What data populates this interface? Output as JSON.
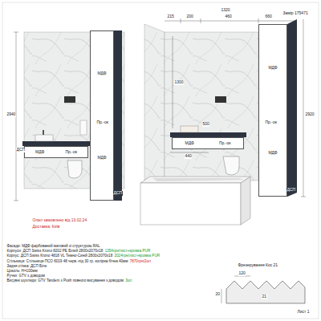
{
  "diagram": {
    "nodes": [
      {
        "text": [
          "МДФ",
          "МДФ"
        ]
      },
      {
        "text": [
          "МДФ",
          "Пр.-ок"
        ]
      },
      {
        "text": [
          "МДФ",
          "МДФ"
        ]
      },
      {
        "text": [
          "МДФ",
          "Пр.-ок"
        ]
      }
    ],
    "labels": [
      "Замір 175471",
      "2940",
      "ДСП",
      "ДСП",
      "Пр.-ок",
      "Опал замовлено від 13.02.24",
      "Доставка: Київ",
      "215",
      "200",
      "1320",
      "460",
      "660",
      "2920",
      "1300",
      "500",
      "440",
      "ДСП",
      "Пр.-ок",
      "Фрезерування Кос 21",
      "120",
      "20",
      "21",
      "Лист 1",
      "Фасади: МДФ фарбований матовий зі структурою RAL",
      "Корпуси: ДСП Swiss Krono 8202 PE Білий 2800x2070x18",
      "1354грн/лист+кромка PUR",
      "Корпус: ДСП Swiss Krono 4818 VL Темно-Синій 2800x2070x18",
      "2024грн/лист+кромка PUR",
      "Стільниця: Стільниця ПСО 6019 48 черв.-під 30 гр. колірна бічна 40мм",
      "7870грн/2шт",
      "Задня стінка: ДСП Біле",
      "Цоколь: Н=100мм",
      "Ручки: GTV з доводом",
      "Висувні шухляди: GTV Tandem з Push повного висування з доводом",
      "3шт."
    ]
  }
}
